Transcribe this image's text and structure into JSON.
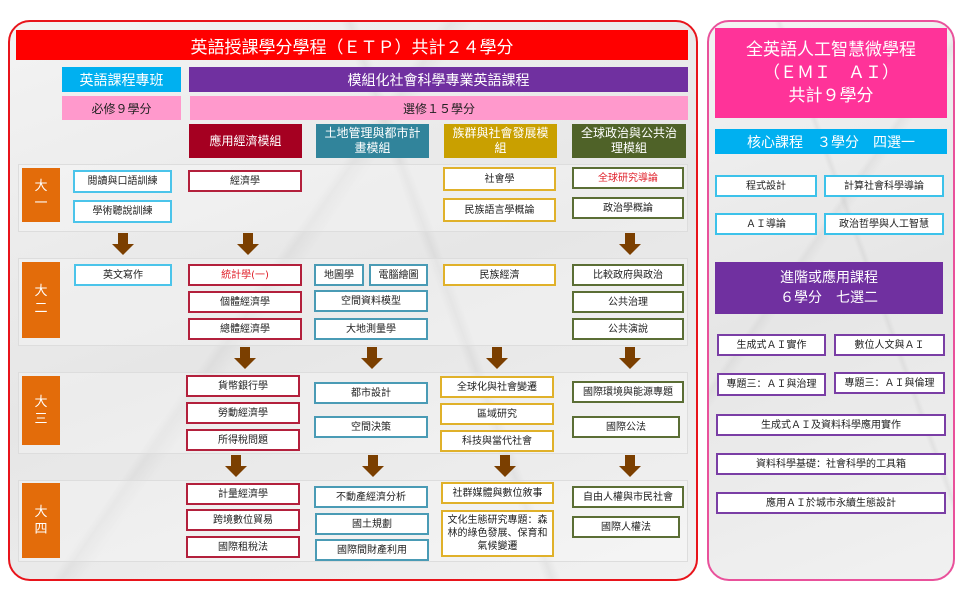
{
  "etp": {
    "title": "英語授課學分學程（ＥＴＰ）共計２４學分",
    "english_program": "英語課程專班",
    "modular_program": "模組化社會科學專業英語課程",
    "required_credits": "必修９學分",
    "elective_credits": "選修１５學分",
    "modules": [
      "應用經濟模組",
      "土地管理與都市計畫模組",
      "族群與社會發展模組",
      "全球政治與公共治理模組"
    ],
    "years": [
      "大一",
      "大二",
      "大三",
      "大四"
    ],
    "courses": {
      "english": [
        "閱讀與口語訓練",
        "學術聽說訓練",
        "英文寫作"
      ],
      "economics": [
        "經濟學",
        "統計學(一)",
        "個體經濟學",
        "總體經濟學",
        "貨幣銀行學",
        "勞動經濟學",
        "所得稅問題",
        "計量經濟學",
        "跨境數位貿易",
        "國際租稅法"
      ],
      "land": [
        "地圖學",
        "電腦繪圖",
        "空間資料模型",
        "大地測量學",
        "都市設計",
        "空間決策",
        "不動產經濟分析",
        "國土規劃",
        "國際間財產利用"
      ],
      "ethnic": [
        "社會學",
        "民族語言學概論",
        "民族經濟",
        "全球化與社會變遷",
        "區域研究",
        "科技與當代社會",
        "社群媒體與數位敘事",
        "文化生態研究專題：森林的綠色發展、保育和氣候變遷"
      ],
      "global": [
        "全球研究導論",
        "政治學概論",
        "比較政府與政治",
        "公共治理",
        "公共演說",
        "國際環境與能源專題",
        "國際公法",
        "自由人權與市民社會",
        "國際人權法"
      ]
    }
  },
  "emi": {
    "title_line1": "全英語人工智慧微學程",
    "title_line2": "（ＥＭＩ　ＡＩ）",
    "title_line3": "共計９學分",
    "core_header": "核心課程　３學分　四選一",
    "core_courses": [
      "程式設計",
      "計算社會科學導論",
      "ＡＩ導論",
      "政治哲學與人工智慧"
    ],
    "advanced_header_line1": "進階或應用課程",
    "advanced_header_line2": "６學分　七選二",
    "advanced_courses": [
      "生成式ＡＩ實作",
      "數位人文與ＡＩ",
      "專題三：ＡＩ與治理",
      "專題三：ＡＩ與倫理",
      "生成式ＡＩ及資料科學應用實作",
      "資料科學基礎：社會科學的工具箱",
      "應用ＡＩ於城市永續生態設計"
    ]
  },
  "colors": {
    "etp_red": "#ff0000",
    "emi_pink": "#ff3399",
    "cyan": "#00b0f0",
    "purple": "#7030a0",
    "pink": "#ff99cc",
    "year_orange": "#e36c0a"
  }
}
